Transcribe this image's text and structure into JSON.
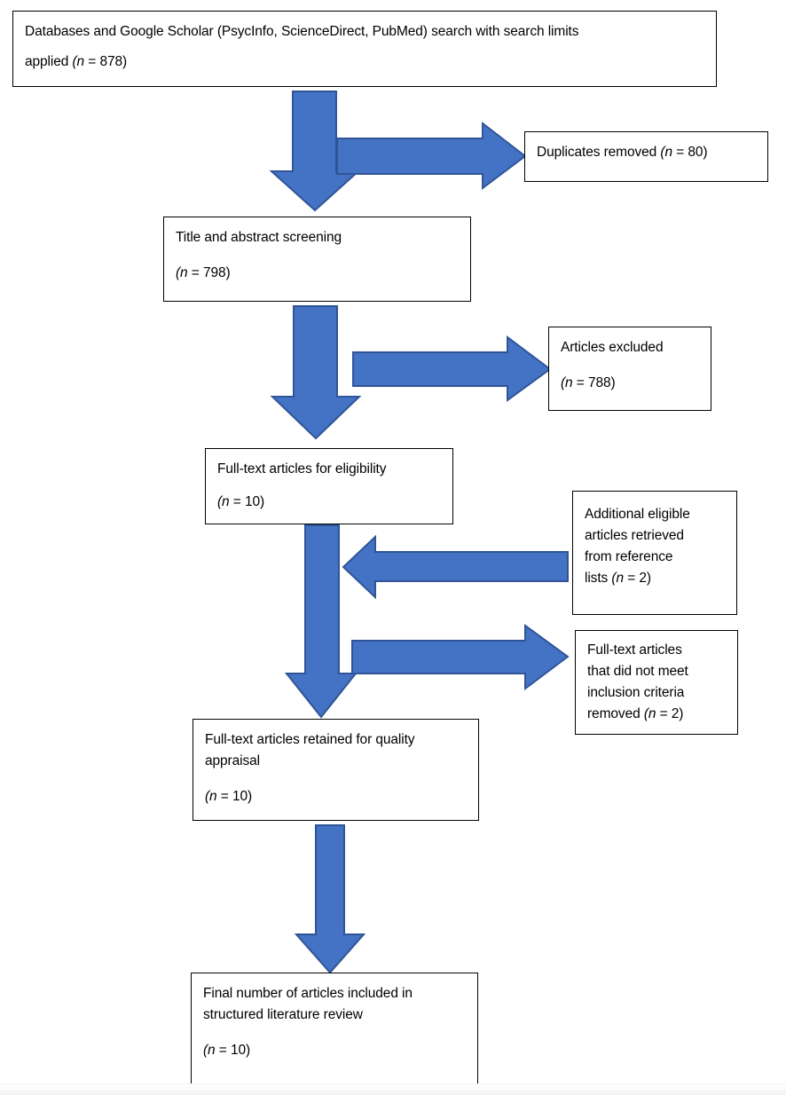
{
  "diagram": {
    "type": "prisma-flow-diagram",
    "title": "Literature search flow diagram",
    "colors": {
      "arrow_fill": "#4472C4",
      "arrow_stroke": "#2F5597",
      "box_border": "#000000",
      "box_fill": "#FFFFFF",
      "text": "#000000"
    },
    "boxes": [
      {
        "id": "identification",
        "line1": "Databases and Google Scholar (PsycInfo, ScienceDirect, PubMed) search with search limits",
        "line2_prefix": "applied ",
        "n_label": "(n",
        "n_value": " = 878)"
      },
      {
        "id": "duplicates-removed",
        "line1_prefix": "Duplicates removed ",
        "n_label": "(n",
        "n_value": " = 80)"
      },
      {
        "id": "title-abstract-screening",
        "line1": "Title and abstract screening",
        "n_label": "(n",
        "n_value": " = 798)"
      },
      {
        "id": "articles-excluded",
        "line1": "Articles excluded",
        "n_label": "(n",
        "n_value": " = 788)"
      },
      {
        "id": "fulltext-eligibility",
        "line1": "Full-text articles for eligibility",
        "n_label": "(n",
        "n_value": " = 10)"
      },
      {
        "id": "additional-eligible",
        "line1": "Additional eligible",
        "line2": "articles retrieved",
        "line3": "from reference",
        "line4_prefix": "lists ",
        "n_label": "(n",
        "n_value": " = 2)"
      },
      {
        "id": "fulltext-not-meeting-criteria",
        "line1": "Full-text articles",
        "line2": "that did not meet",
        "line3": "inclusion criteria",
        "line4_prefix": "removed ",
        "n_label": "(n",
        "n_value": " = 2)"
      },
      {
        "id": "fulltext-retained-quality",
        "line1": "Full-text articles retained for quality",
        "line2": "appraisal",
        "n_label": "(n",
        "n_value": " = 10)"
      },
      {
        "id": "final-included",
        "line1": "Final number of articles included in",
        "line2": "structured literature review",
        "n_label": "(n",
        "n_value": " = 10)"
      }
    ],
    "arrows": [
      {
        "id": "arrow-identification-to-screening",
        "direction": "down"
      },
      {
        "id": "arrow-to-duplicates-removed",
        "direction": "right"
      },
      {
        "id": "arrow-screening-to-eligibility",
        "direction": "down"
      },
      {
        "id": "arrow-to-articles-excluded",
        "direction": "right"
      },
      {
        "id": "arrow-eligibility-to-retained",
        "direction": "down"
      },
      {
        "id": "arrow-from-additional-eligible",
        "direction": "left"
      },
      {
        "id": "arrow-to-not-meeting-criteria",
        "direction": "right"
      },
      {
        "id": "arrow-retained-to-final",
        "direction": "down"
      }
    ]
  }
}
